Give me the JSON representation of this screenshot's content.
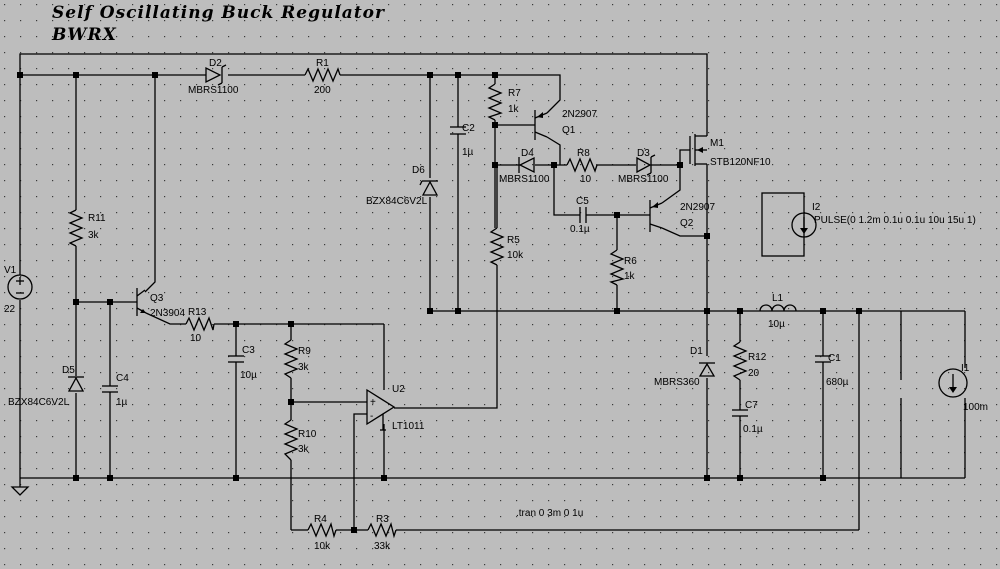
{
  "title": {
    "line1": "Self Oscillating Buck Regulator",
    "line2": "BWRX"
  },
  "directive": ".tran 0 3m 0 1u",
  "components": {
    "V1": {
      "name": "V1",
      "value": "22"
    },
    "D2": {
      "name": "D2",
      "value": "MBRS1100"
    },
    "R1": {
      "name": "R1",
      "value": "200"
    },
    "R11": {
      "name": "R11",
      "value": "3k"
    },
    "Q3": {
      "name": "Q3",
      "value": "2N3904"
    },
    "R13": {
      "name": "R13",
      "value": "10"
    },
    "D5": {
      "name": "D5",
      "value": "BZX84C6V2L"
    },
    "C4": {
      "name": "C4",
      "value": "1µ"
    },
    "C3": {
      "name": "C3",
      "value": "10µ"
    },
    "R9": {
      "name": "R9",
      "value": "3k"
    },
    "R10": {
      "name": "R10",
      "value": "3k"
    },
    "U2": {
      "name": "U2",
      "value": "LT1011"
    },
    "R4": {
      "name": "R4",
      "value": "10k"
    },
    "R3": {
      "name": "R3",
      "value": "33k"
    },
    "D6": {
      "name": "D6",
      "value": "BZX84C6V2L"
    },
    "C2": {
      "name": "C2",
      "value": "1µ"
    },
    "R7": {
      "name": "R7",
      "value": "1k"
    },
    "Q1": {
      "name": "Q1",
      "value": "2N2907"
    },
    "D4": {
      "name": "D4",
      "value": "MBRS1100"
    },
    "R8": {
      "name": "R8",
      "value": "10"
    },
    "D3": {
      "name": "D3",
      "value": "MBRS1100"
    },
    "C5": {
      "name": "C5",
      "value": "0.1µ"
    },
    "R5": {
      "name": "R5",
      "value": "10k"
    },
    "R6": {
      "name": "R6",
      "value": "1k"
    },
    "Q2": {
      "name": "Q2",
      "value": "2N2907"
    },
    "M1": {
      "name": "M1",
      "value": "STB120NF10"
    },
    "I2": {
      "name": "I2",
      "value": "PULSE(0 1.2m 0.1u 0.1u 10u 15u 1)"
    },
    "L1": {
      "name": "L1",
      "value": "10µ"
    },
    "D1": {
      "name": "D1",
      "value": "MBRS360"
    },
    "R12": {
      "name": "R12",
      "value": "20"
    },
    "C7": {
      "name": "C7",
      "value": "0.1µ"
    },
    "C1": {
      "name": "C1",
      "value": "680µ"
    },
    "I1": {
      "name": "I1",
      "value": "100m"
    }
  }
}
